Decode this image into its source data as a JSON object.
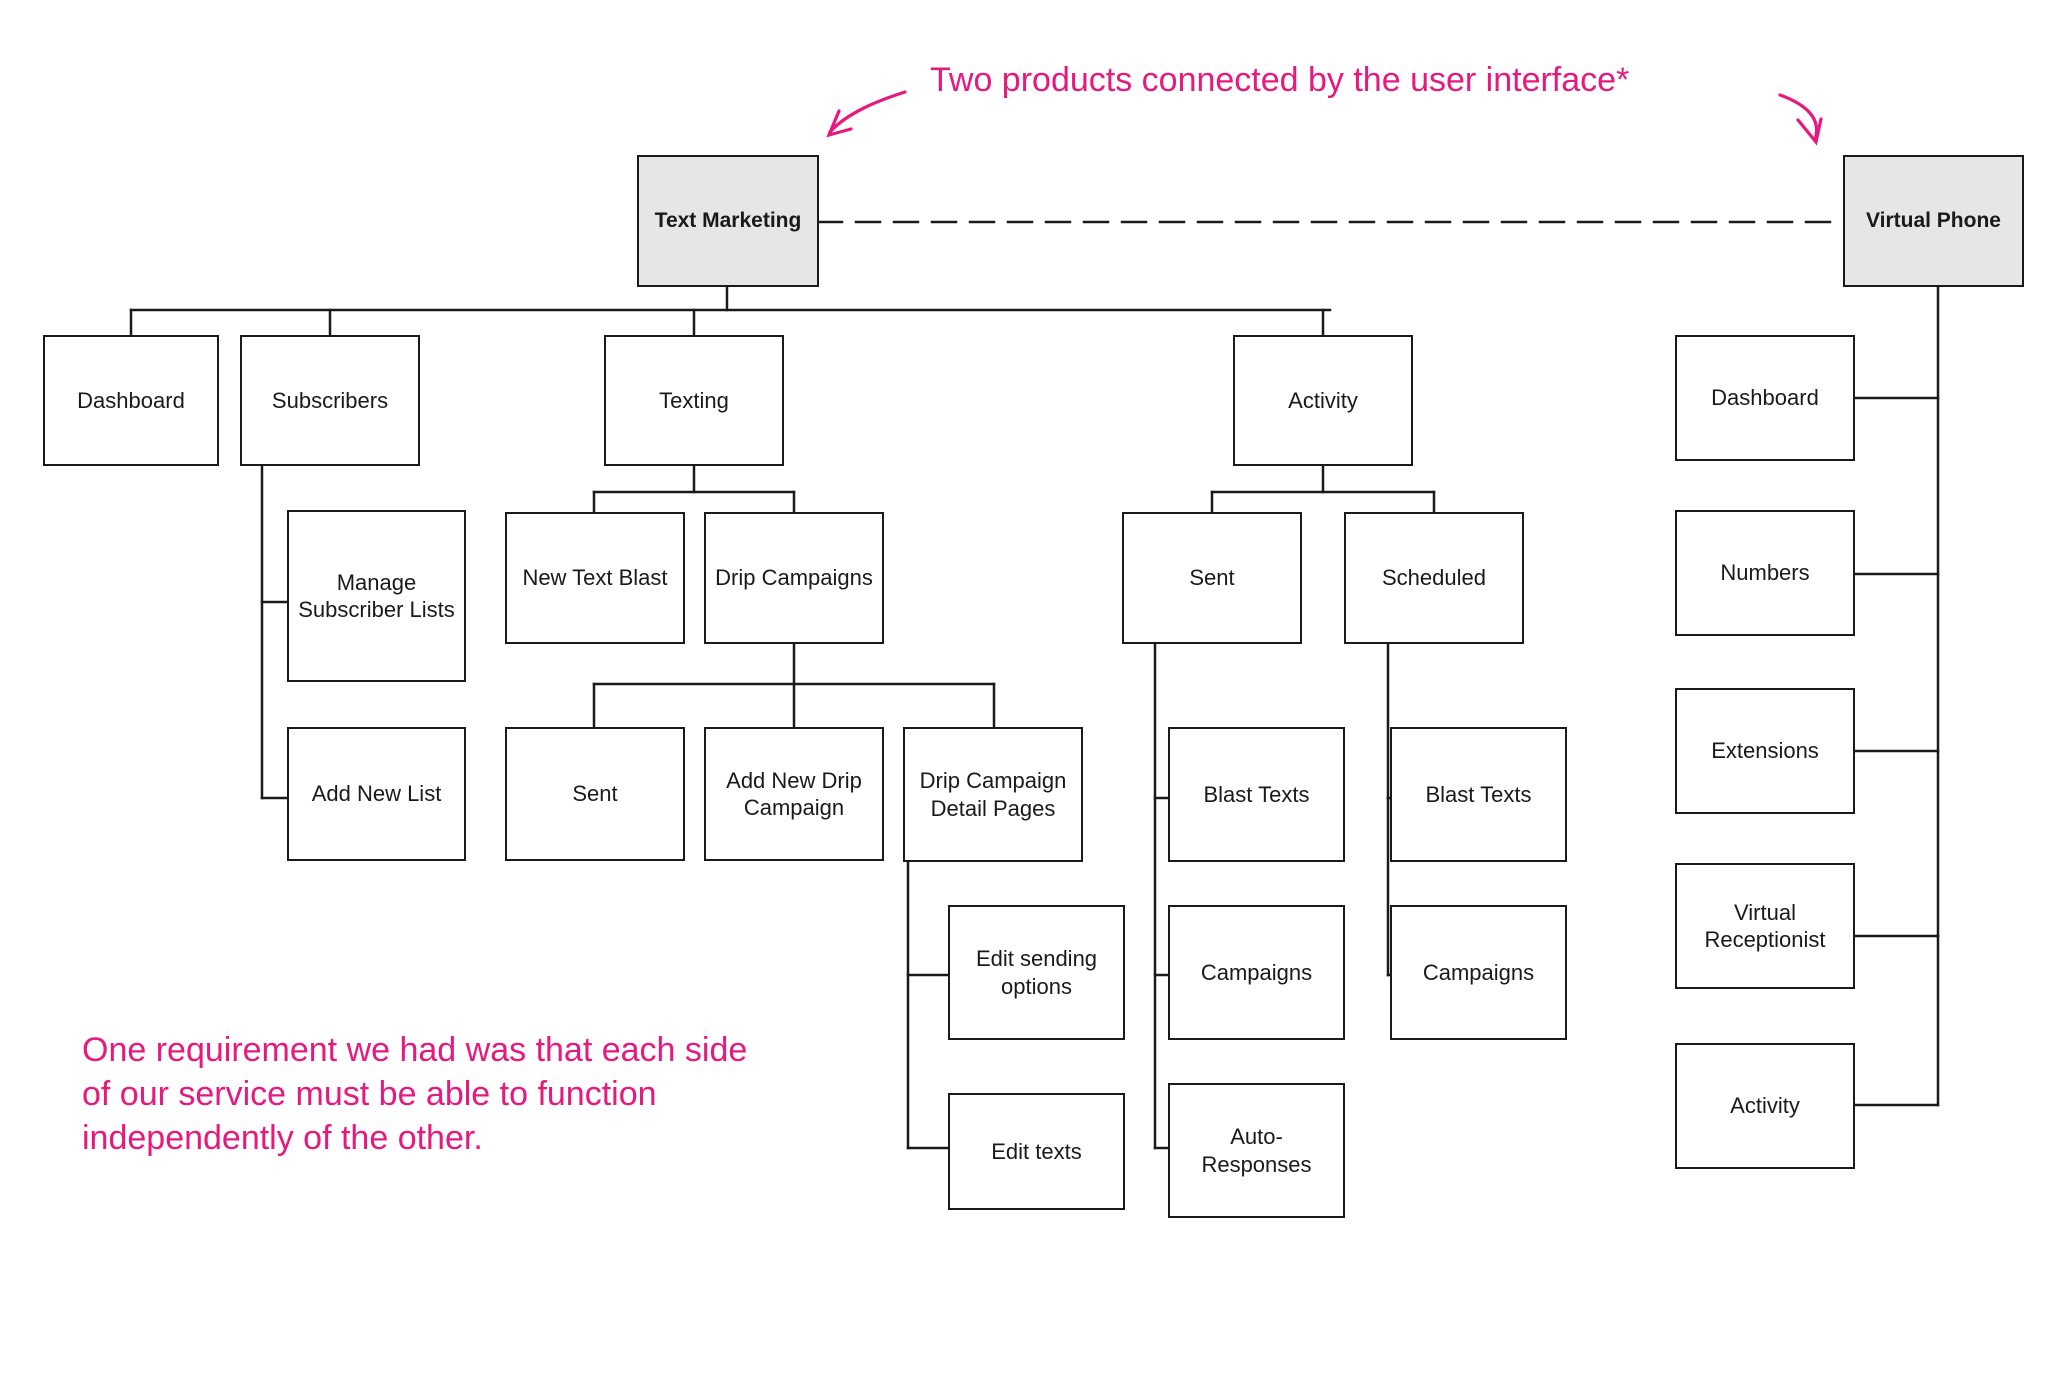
{
  "annotations": {
    "top_note": "Two products connected by the user interface*",
    "bottom_note": "One requirement we had was that each side of our service must be able to function independently of the other."
  },
  "colors": {
    "accent": "#e6197e",
    "line": "#1a1a1a",
    "root_fill": "#e6e6e6",
    "node_fill": "#ffffff"
  },
  "nodes": {
    "text_marketing": "Text Marketing",
    "virtual_phone": "Virtual Phone",
    "tm_dashboard": "Dashboard",
    "tm_subscribers": "Subscribers",
    "tm_texting": "Texting",
    "tm_activity": "Activity",
    "manage_subscriber_lists": "Manage\nSubscriber Lists",
    "add_new_list": "Add New List",
    "new_text_blast": "New Text Blast",
    "drip_campaigns": "Drip Campaigns",
    "texting_sent": "Sent",
    "add_new_drip_campaign": "Add New Drip\nCampaign",
    "drip_campaign_detail_pages": "Drip Campaign\nDetail Pages",
    "edit_sending_options": "Edit sending\noptions",
    "edit_texts": "Edit texts",
    "activity_sent": "Sent",
    "activity_scheduled": "Scheduled",
    "sent_blast_texts": "Blast Texts",
    "sent_campaigns": "Campaigns",
    "sent_auto_responses": "Auto-Responses",
    "scheduled_blast_texts": "Blast Texts",
    "scheduled_campaigns": "Campaigns",
    "vp_dashboard": "Dashboard",
    "vp_numbers": "Numbers",
    "vp_extensions": "Extensions",
    "vp_virtual_receptionist": "Virtual\nReceptionist",
    "vp_activity": "Activity"
  }
}
